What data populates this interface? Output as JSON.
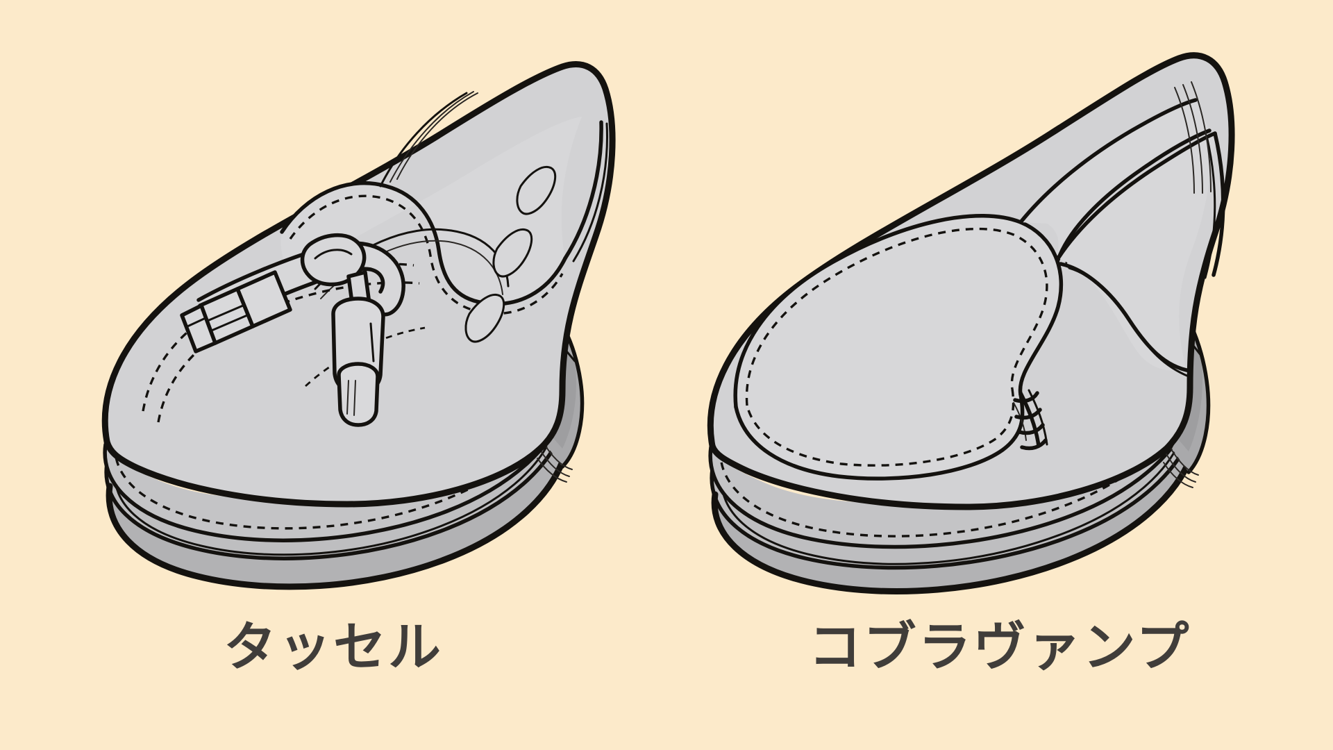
{
  "figure": {
    "background_color": "#FCEACA",
    "ink_color": "#14120F",
    "caption_color": "#403D3A",
    "leather_color": "#D2D2D4",
    "sole_color": "#B2B2B4"
  },
  "items": [
    {
      "id": "tassel",
      "caption": "タッセル",
      "icon_name": "tassel-loafer-illustration",
      "parts": [
        "vamp",
        "apron",
        "tassel-cords",
        "tassel-bells",
        "side-lace-slots",
        "quarter",
        "collar",
        "welt",
        "outsole",
        "heel"
      ]
    },
    {
      "id": "cobra-vamp",
      "caption": "コブラヴァンプ",
      "icon_name": "cobra-vamp-loafer-illustration",
      "parts": [
        "cobra-vamp-apron",
        "saddle-strap",
        "gathered-seam",
        "quarter",
        "collar",
        "welt",
        "outsole",
        "heel"
      ]
    }
  ]
}
